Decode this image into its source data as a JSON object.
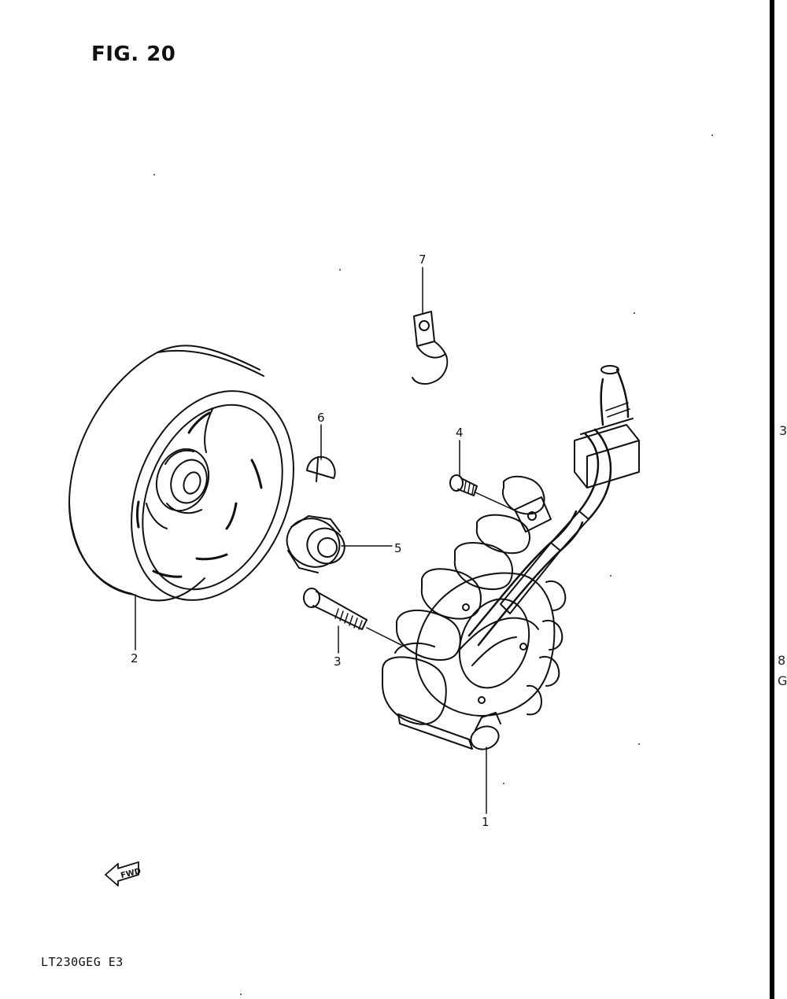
{
  "figure": {
    "title": "FIG. 20"
  },
  "footer": {
    "code": "LT230GEG E3"
  },
  "fwd_arrow": {
    "label": "FWD"
  },
  "callouts": {
    "c1": "1",
    "c2": "2",
    "c3": "3",
    "c4": "4",
    "c5": "5",
    "c6": "6",
    "c7": "7"
  },
  "edge_fragments": {
    "a": "3",
    "b": "8",
    "c": "G"
  }
}
